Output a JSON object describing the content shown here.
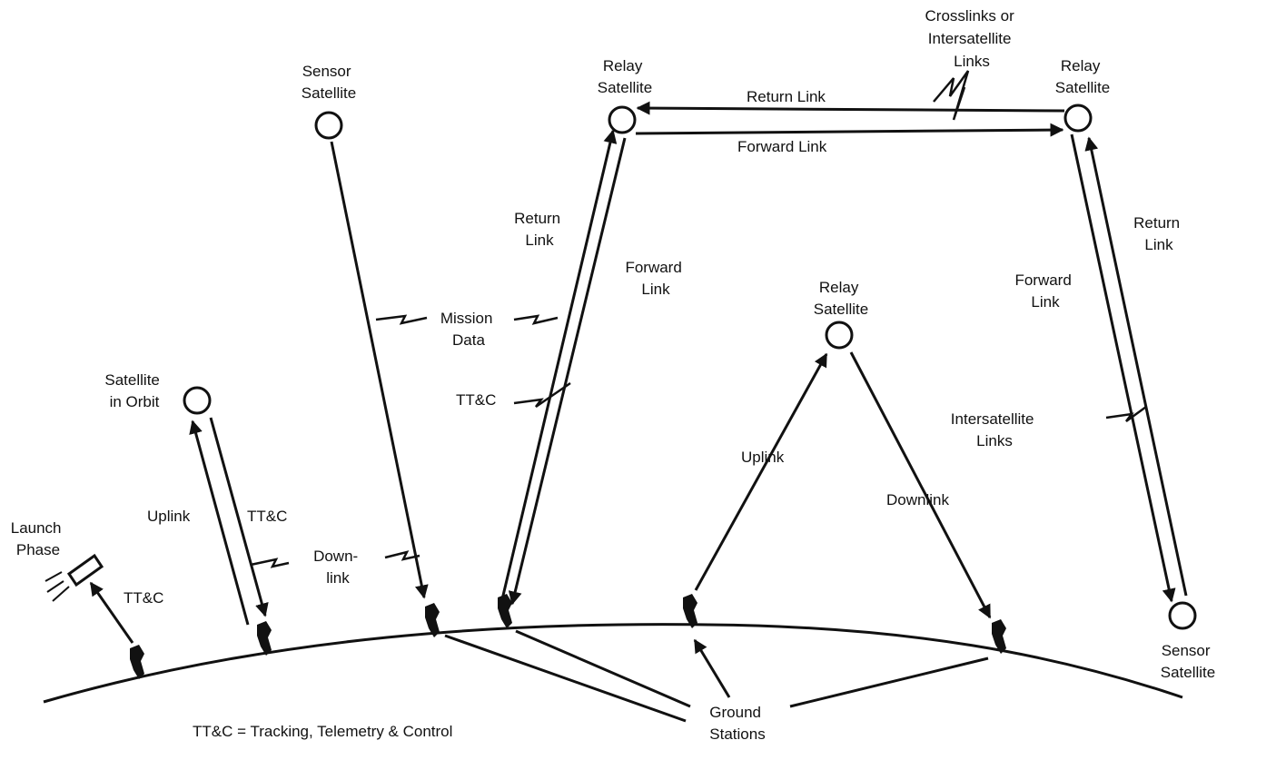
{
  "labels": {
    "sensor_satellite_left": [
      "Sensor",
      "Satellite"
    ],
    "relay_satellite_left": [
      "Relay",
      "Satellite"
    ],
    "relay_satellite_right": [
      "Relay",
      "Satellite"
    ],
    "relay_satellite_center": [
      "Relay",
      "Satellite"
    ],
    "crosslinks": [
      "Crosslinks or",
      "Intersatellite",
      "Links"
    ],
    "return_link_top": "Return Link",
    "forward_link_top": "Forward Link",
    "return_link_left": [
      "Return",
      "Link"
    ],
    "forward_link_left": [
      "Forward",
      "Link"
    ],
    "return_link_right": [
      "Return",
      "Link"
    ],
    "forward_link_right": [
      "Forward",
      "Link"
    ],
    "mission_data": [
      "Mission",
      "Data"
    ],
    "ttc_relay": "TT&C",
    "satellite_in_orbit": [
      "Satellite",
      "in Orbit"
    ],
    "uplink_left": "Uplink",
    "ttc_orbit": "TT&C",
    "downlink_partial": [
      "Down-",
      "link"
    ],
    "launch_phase": [
      "Launch",
      "Phase"
    ],
    "ttc_launch": "TT&C",
    "uplink_center": "Uplink",
    "downlink_center": "Downlink",
    "intersatellite_links": [
      "Intersatellite",
      "Links"
    ],
    "sensor_satellite_right": [
      "Sensor",
      "Satellite"
    ],
    "ground_stations": [
      "Ground",
      "Stations"
    ],
    "legend": "TT&C = Tracking, Telemetry & Control"
  }
}
